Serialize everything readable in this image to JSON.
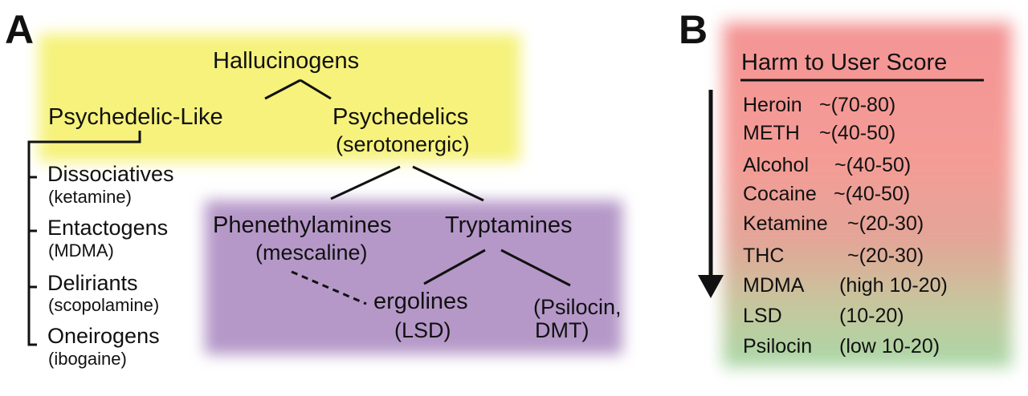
{
  "panel_a": {
    "label": "A",
    "root": "Hallucinogens",
    "psychedelic_like": "Psychedelic-Like",
    "psychedelics": "Psychedelics",
    "psychedelics_note": "(serotonergic)",
    "subclasses": [
      {
        "name": "Dissociatives",
        "example": "(ketamine)"
      },
      {
        "name": "Entactogens",
        "example": "(MDMA)"
      },
      {
        "name": "Deliriants",
        "example": "(scopolamine)"
      },
      {
        "name": "Oneirogens",
        "example": "(ibogaine)"
      }
    ],
    "phenethylamines": "Phenethylamines",
    "phenethylamines_example": "(mescaline)",
    "tryptamines": "Tryptamines",
    "ergolines": "ergolines",
    "ergolines_example": "(LSD)",
    "tryptamine_examples_line1": "(Psilocin,",
    "tryptamine_examples_line2": "DMT)"
  },
  "panel_b": {
    "label": "B",
    "title": "Harm to User Score",
    "rows": [
      {
        "drug": "Heroin",
        "score": "~(70-80)"
      },
      {
        "drug": "METH",
        "score": "~(40-50)"
      },
      {
        "drug": "Alcohol",
        "score": "~(40-50)"
      },
      {
        "drug": "Cocaine",
        "score": "~(40-50)"
      },
      {
        "drug": "Ketamine",
        "score": "~(20-30)"
      },
      {
        "drug": "THC",
        "score": "~(20-30)"
      },
      {
        "drug": "MDMA",
        "score": "(high 10-20)"
      },
      {
        "drug": "LSD",
        "score": "(10-20)"
      },
      {
        "drug": "Psilocin",
        "score": "(low 10-20)"
      }
    ]
  },
  "colors": {
    "yellow_region": "#f6f27c",
    "purple_region": "#b598c8",
    "harm_high": "#f49595",
    "harm_low": "#a9d8a7"
  }
}
